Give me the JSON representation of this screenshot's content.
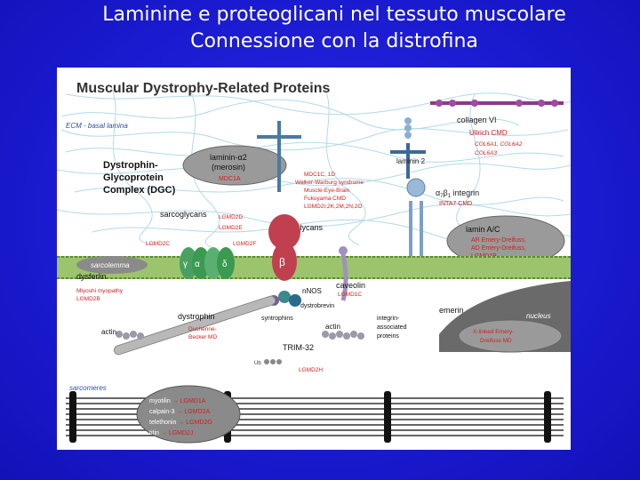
{
  "slide": {
    "title_line1": "Laminine e proteoglicani nel tessuto muscolare",
    "title_line2": "Connessione con la distrofina"
  },
  "figure": {
    "heading": "Muscular Dystrophy-Related Proteins",
    "ecm_label": "ECM - basal lamina",
    "collagen": {
      "name": "collagen VI",
      "disease": "Ullrich CMD",
      "genes1": "COL6A1, COL6A2",
      "genes2": "COL6A3"
    },
    "laminin2": "laminin 2",
    "laminin_a2": {
      "name1": "laminin-α2",
      "name2": "(merosin)",
      "disease": "MDC1A"
    },
    "dgc": {
      "line1": "Dystrophin-",
      "line2": "Glycoprotein",
      "line3": "Complex (DGC)"
    },
    "dystroglycan_diseases": [
      "MDC1C, 1D",
      "Walker-Warburg syndrome",
      "Muscle-Eye-Brain",
      "Fukuyama CMD",
      "LGMD2I,2K,2M,2N,2O"
    ],
    "integrin": {
      "prefix": "α",
      "sub1": "7",
      "mid": "β",
      "sub2": "1",
      "name": " integrin",
      "disease": "INTA7 CMD"
    },
    "sarcoglycans": {
      "name": "sarcoglycans",
      "d1": "LGMD2D",
      "d2": "LGMD2E",
      "d3": "LGMD2C",
      "d4": "LGMD2F",
      "alpha": "α",
      "gamma": "γ",
      "delta": "δ"
    },
    "dystroglycans": "dystroglycans",
    "beta": "β",
    "sarcolemma": "sarcolemma",
    "lamin": {
      "name": "lamin A/C",
      "d1": "AR Emery-Dreifuss,",
      "d2": "AD Emery-Dreifuss,",
      "d3": "LGMD1B"
    },
    "dysferlin": {
      "name": "dysferlin",
      "d1": "Miyoshi myopathy",
      "d2": "LGMD2B"
    },
    "nnos": "nNOS",
    "caveolin": {
      "name": "caveolin",
      "disease": "LGMD1C"
    },
    "syntrophins": "syntrophins",
    "dystrobrevin": "dystrobrevin",
    "emerin": "emerin",
    "nucleus": "nucleus",
    "actin_left": "actin",
    "actin_mid": "actin",
    "dystrophin": {
      "name": "dystrophin",
      "d1": "Duchenne-",
      "d2": "Becker MD"
    },
    "integrin_assoc": [
      "integrin-",
      "associated",
      "proteins"
    ],
    "xlinked": [
      "X-linked Emery-",
      "Dreifuss MD"
    ],
    "trim": {
      "name": "TRIM-32",
      "ub": "Ub",
      "disease": "LGMD2H"
    },
    "sarcomeres": "sarcomeres",
    "sarcomere_proteins": [
      {
        "protein": "myotilin",
        "arrow": "→",
        "disease": "LGMD1A"
      },
      {
        "protein": "calpain-3",
        "arrow": "→",
        "disease": "LGMD2A"
      },
      {
        "protein": "telethonin",
        "arrow": "→",
        "disease": "LGMD2G"
      },
      {
        "protein": "titin",
        "arrow": "→",
        "disease": "LGMD2J"
      }
    ]
  }
}
